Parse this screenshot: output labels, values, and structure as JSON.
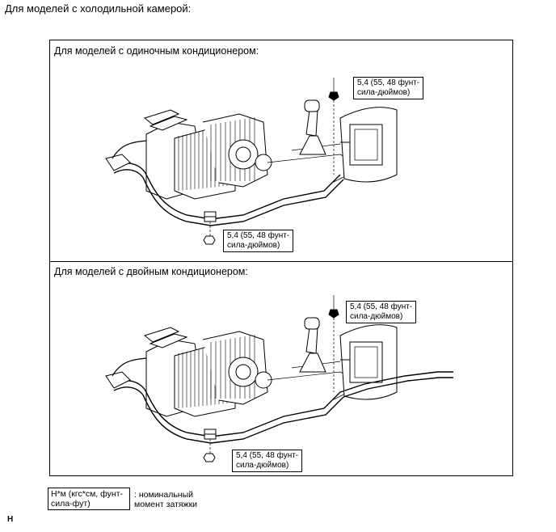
{
  "heading": "Для моделей с холодильной камерой:",
  "sections": [
    {
      "label": "Для моделей с одиночным кондиционером:",
      "callout_top": [
        "5,4 (55, 48 фунт-",
        "сила-дюймов)"
      ],
      "callout_bottom": [
        "5,4 (55, 48 фунт-",
        "сила-дюймов)"
      ]
    },
    {
      "label": "Для моделей с двойным кондиционером:",
      "callout_top": [
        "5,4 (55, 48 фунт-",
        "сила-дюймов)"
      ],
      "callout_bottom": [
        "5,4 (55, 48 фунт-",
        "сила-дюймов)"
      ]
    }
  ],
  "legend": {
    "box": [
      "Н*м (кгс*см, фунт-",
      "сила-фут)"
    ],
    "description": [
      ": номинальный",
      "момент затяжки"
    ]
  },
  "figure_code": "H",
  "icons": [
    "nut-icon",
    "bolt-icon"
  ]
}
